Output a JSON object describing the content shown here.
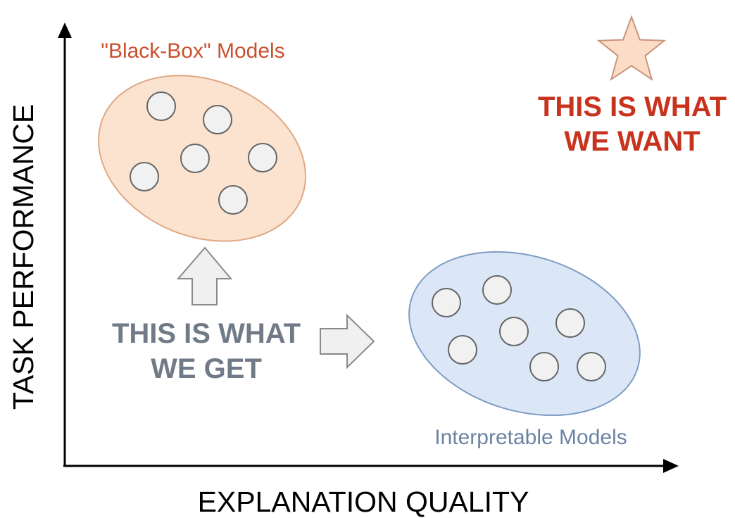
{
  "axes": {
    "x_label": "EXPLANATION QUALITY",
    "y_label": "TASK PERFORMANCE"
  },
  "black_box": {
    "label": "\"Black-Box\" Models",
    "model_count": 6
  },
  "interpretable": {
    "label": "Interpretable Models",
    "model_count": 7
  },
  "goal": {
    "line1": "THIS IS WHAT",
    "line2": "WE WANT",
    "icon": "star-icon"
  },
  "current": {
    "line1": "THIS IS WHAT",
    "line2": "WE GET",
    "icons": [
      "arrow-up-icon",
      "arrow-right-icon"
    ]
  },
  "colors": {
    "axis": "#000000",
    "black_box_fill": "#fbe3cf",
    "black_box_stroke": "#e0a883",
    "black_box_label": "#c9502e",
    "interpretable_fill": "#dbe7f6",
    "interpretable_stroke": "#7f9cc4",
    "interpretable_label": "#6b83a3",
    "goal_text": "#c8331d",
    "star_fill": "#fcdcc6",
    "star_stroke": "#c9957b",
    "current_text": "#717b88",
    "arrow_fill": "#f0f0f0",
    "arrow_stroke": "#8a8a8a",
    "model_fill": "#f1f1f1",
    "model_stroke": "#666666"
  }
}
